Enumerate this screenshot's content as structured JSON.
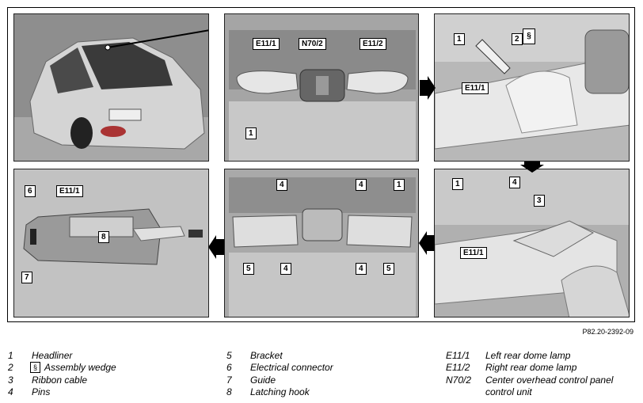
{
  "figure": {
    "reference": "P82.20-2392-09",
    "panels": {
      "p1": {
        "labels": []
      },
      "p2": {
        "labels": [
          "E11/1",
          "N70/2",
          "E11/2",
          "1"
        ]
      },
      "p3": {
        "labels": [
          "1",
          "2",
          "E11/1"
        ],
        "wedge_icon": "assembly-wedge-icon"
      },
      "p4": {
        "labels": [
          "6",
          "E11/1",
          "8",
          "7"
        ]
      },
      "p5": {
        "labels": [
          "4",
          "4",
          "1",
          "5",
          "4",
          "4",
          "5"
        ]
      },
      "p6": {
        "labels": [
          "1",
          "4",
          "3",
          "E11/1"
        ]
      }
    }
  },
  "legend": {
    "col1": [
      {
        "key": "1",
        "value": "Headliner"
      },
      {
        "key": "2",
        "value": "Assembly wedge",
        "icon": "assembly-wedge-icon"
      },
      {
        "key": "3",
        "value": "Ribbon cable"
      },
      {
        "key": "4",
        "value": "Pins"
      }
    ],
    "col2": [
      {
        "key": "5",
        "value": "Bracket"
      },
      {
        "key": "6",
        "value": "Electrical connector"
      },
      {
        "key": "7",
        "value": "Guide"
      },
      {
        "key": "8",
        "value": "Latching hook"
      }
    ],
    "col3": [
      {
        "key": "E11/1",
        "value": "Left rear dome lamp"
      },
      {
        "key": "E11/2",
        "value": "Right rear dome lamp"
      },
      {
        "key": "N70/2",
        "value": "Center overhead control panel"
      },
      {
        "key": "",
        "value": "control unit"
      }
    ]
  }
}
